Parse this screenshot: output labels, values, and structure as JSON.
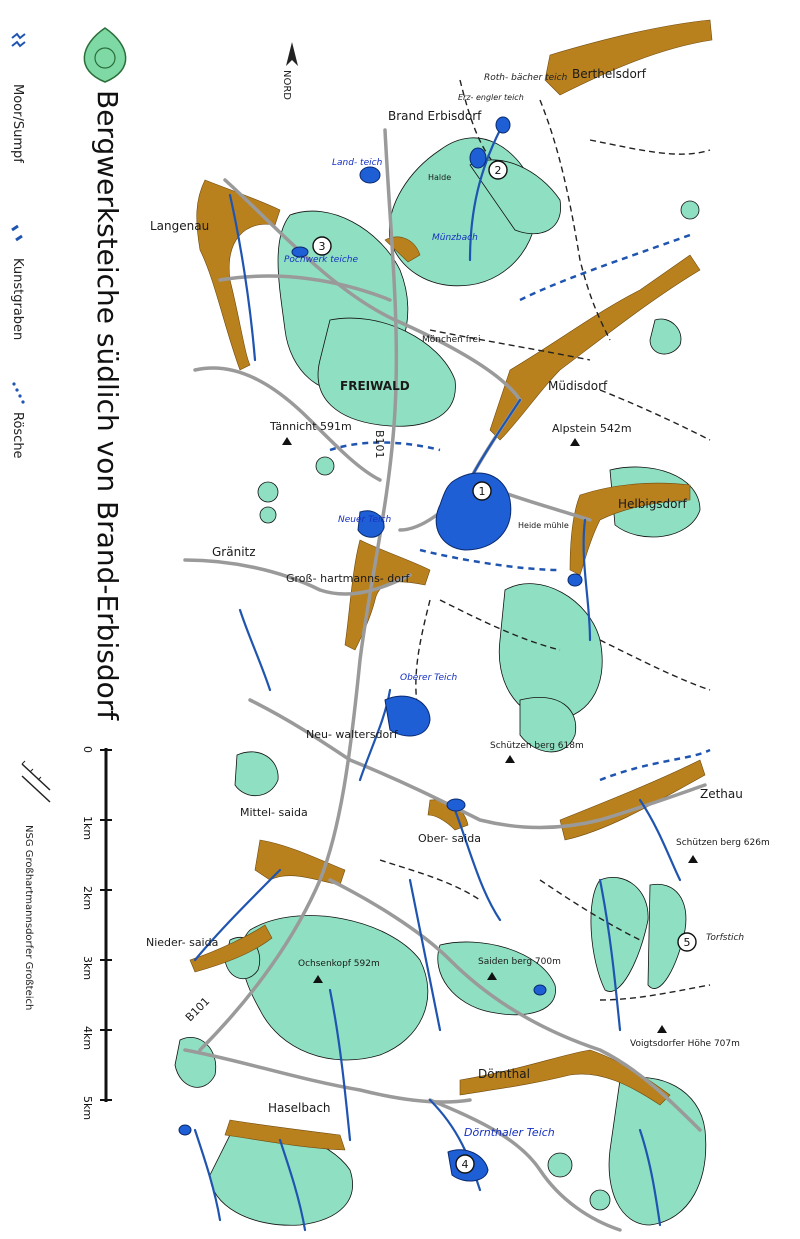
{
  "title": "Bergwerksteiche südlich von Brand-Erbisdorf",
  "compass": "NORD",
  "legend": {
    "moor": "Moor/Sumpf",
    "kunstgraben": "Kunstgraben",
    "roesche": "Rösche",
    "nsg": "NSG Großhartmannsdorfer Großteich"
  },
  "scale": {
    "ticks": [
      "0",
      "1km",
      "2km",
      "3km",
      "4km",
      "5km"
    ]
  },
  "towns": {
    "berthelsdorf": "Berthelsdorf",
    "brand_erbisdorf": "Brand Erbisdorf",
    "langenau": "Langenau",
    "moenchenfrei": "Mönchen frei",
    "freiwald": "FREIWALD",
    "muedisdorf": "Müdisdorf",
    "helbigsdorf": "Helbigsdorf",
    "granitz": "Gränitz",
    "grosshartmannsdorf": "Groß- hartmanns- dorf",
    "neuwaltersdorf": "Neu- waltersdorf",
    "mittelsaida": "Mittel- saida",
    "obersaida": "Ober- saida",
    "zethau": "Zethau",
    "niedersaida": "Nieder- saida",
    "doernthal": "Dörnthal",
    "haselbach": "Haselbach",
    "heidemuehle": "Heide mühle",
    "halde": "Halde",
    "roadB101a": "B101",
    "roadB101b": "B101"
  },
  "ponds": {
    "rothbaecher": "Roth- bächer teich",
    "erzengler": "Erz- engler teich",
    "landteich": "Land- teich",
    "pochwerk": "Pochwerk teiche",
    "muenzbach": "Münzbach",
    "neuerteich": "Neuer Teich",
    "obererteich": "Oberer Teich",
    "doernthaler": "Dörnthaler Teich",
    "torfstich": "Torfstich"
  },
  "peaks": {
    "tannicht": "Tännicht 591m",
    "alpstein": "Alpstein 542m",
    "schuetzenberg1": "Schützen berg 618m",
    "schuetzenberg2": "Schützen berg 626m",
    "ochsenkopf": "Ochsenkopf 592m",
    "saidenberg": "Saiden berg 700m",
    "voigtsdorfer": "Voigtsdorfer Höhe 707m"
  },
  "markers": [
    "1",
    "2",
    "3",
    "4",
    "5"
  ],
  "colors": {
    "forest": "#8fe0c2",
    "town": "#b9801e",
    "water": "#1e5fd6",
    "stream": "#1f55b0",
    "road": "#9a9a9a"
  }
}
